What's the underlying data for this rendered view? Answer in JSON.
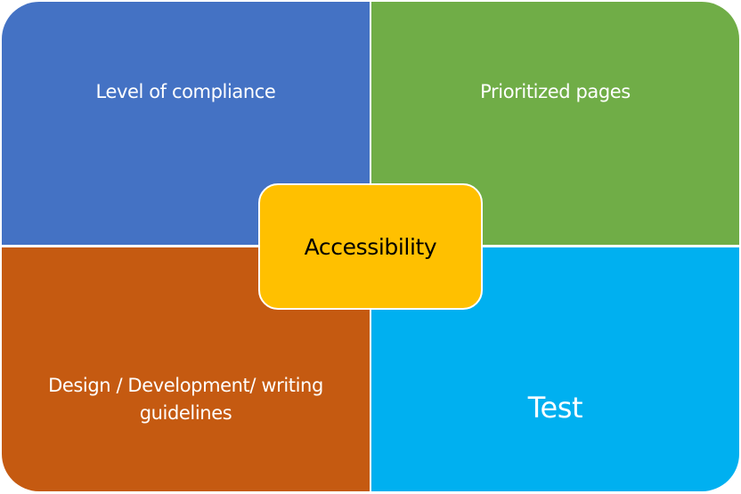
{
  "diagram": {
    "center": {
      "label": "Accessibility",
      "color": "#ffc000"
    },
    "quadrants": [
      {
        "position": "top-left",
        "label": "Level of compliance",
        "color": "#4472c4"
      },
      {
        "position": "top-right",
        "label": "Prioritized pages",
        "color": "#70ad47"
      },
      {
        "position": "bottom-left",
        "label": "Design / Development/ writing guidelines",
        "color": "#c55a11"
      },
      {
        "position": "bottom-right",
        "label": "Test",
        "color": "#00b0f0"
      }
    ]
  }
}
